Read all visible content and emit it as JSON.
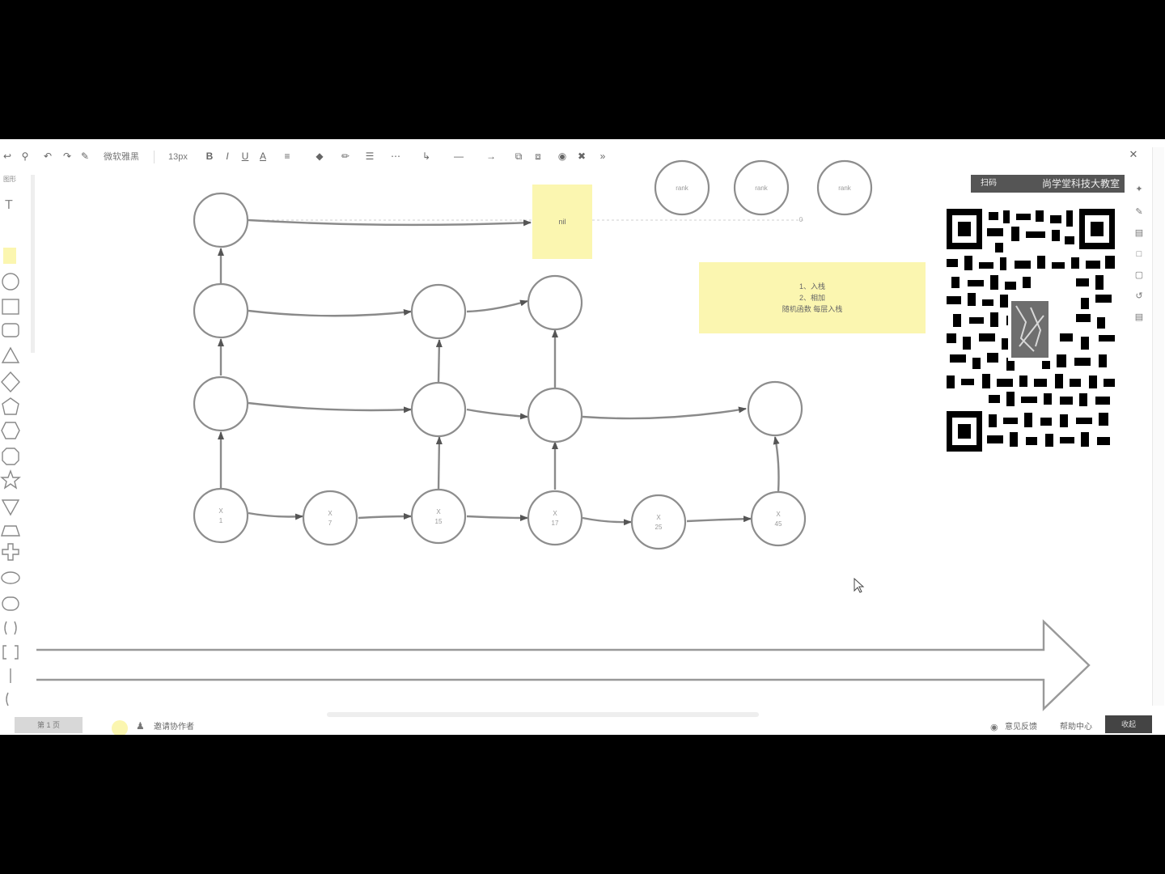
{
  "toolbar": {
    "font_name": "微软雅黑",
    "font_size": "13px",
    "items": [
      "undo",
      "redo",
      "cut",
      "copy",
      "zoom",
      "bold",
      "italic",
      "underline",
      "font-color",
      "fill",
      "line-color",
      "line-style",
      "connector",
      "arrow-style",
      "align",
      "arrange",
      "lock",
      "delete"
    ]
  },
  "shape_panel": {
    "header": "图形",
    "shapes": [
      "text",
      "note",
      "circle",
      "rectangle",
      "rounded-rectangle",
      "triangle",
      "diamond",
      "pentagon",
      "hexagon",
      "octagon",
      "star",
      "inverted-triangle",
      "trapezoid",
      "cross",
      "ellipse",
      "pill",
      "brace",
      "bracket",
      "line"
    ]
  },
  "diagram": {
    "top_nodes": [
      "rank",
      "rank",
      "rank"
    ],
    "nil_note": "nil",
    "info_note_lines": [
      "1、入栈",
      "2、相加",
      "随机函数   每层入栈"
    ],
    "bottom_nodes": [
      {
        "top": "X",
        "bottom": "1"
      },
      {
        "top": "X",
        "bottom": "7"
      },
      {
        "top": "X",
        "bottom": "15"
      },
      {
        "top": "X",
        "bottom": "17"
      },
      {
        "top": "X",
        "bottom": "25"
      },
      {
        "top": "X",
        "bottom": "45"
      }
    ],
    "anchor_label": "0"
  },
  "qr_card": {
    "banner_left": "扫码",
    "banner_title": "尚学堂科技大教室"
  },
  "status_bar": {
    "page_tab": "第 1 页",
    "collab": "邀请协作者",
    "feedback": "意见反馈",
    "help": "帮助中心",
    "corner": "收起"
  }
}
